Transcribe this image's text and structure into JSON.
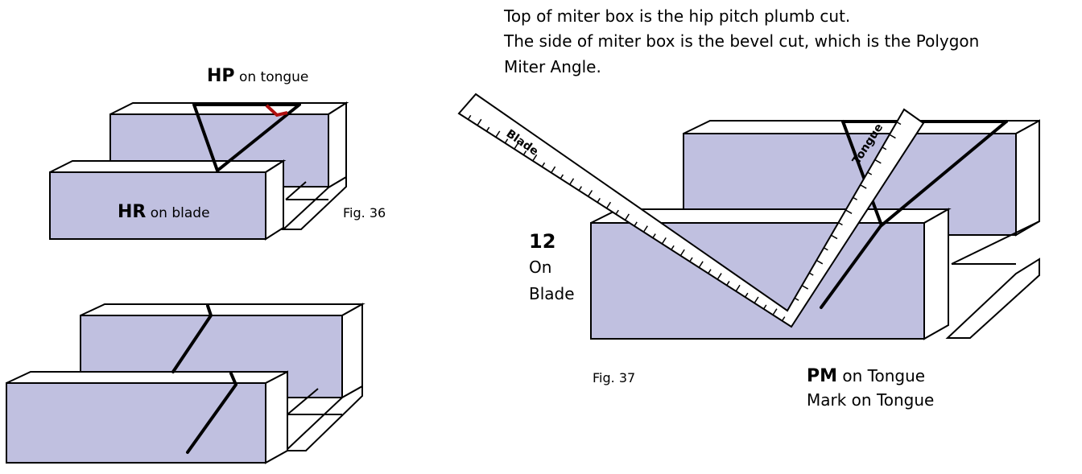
{
  "colors": {
    "box_face": "#c0c0e0",
    "box_light": "#ffffff",
    "line": "#000000",
    "angle_mark": "#b01010"
  },
  "fig36": {
    "hp_bold": "HP",
    "hp_rest": " on tongue",
    "hr_bold": "HR",
    "hr_rest": " on blade",
    "label": "Fig. 36"
  },
  "fig37": {
    "caption_line1": "Top of miter box is the hip pitch plumb cut.",
    "caption_line2": "The side of miter box is the bevel cut, which is the Polygon",
    "caption_line3": "Miter Angle.",
    "blade_label": "Blade",
    "tongue_label": "Tongue",
    "twelve": "12",
    "on": "On",
    "blade_word": "Blade",
    "pm_bold": "PM",
    "pm_rest": " on Tongue",
    "mark_line": "Mark on Tongue",
    "label": "Fig. 37"
  }
}
